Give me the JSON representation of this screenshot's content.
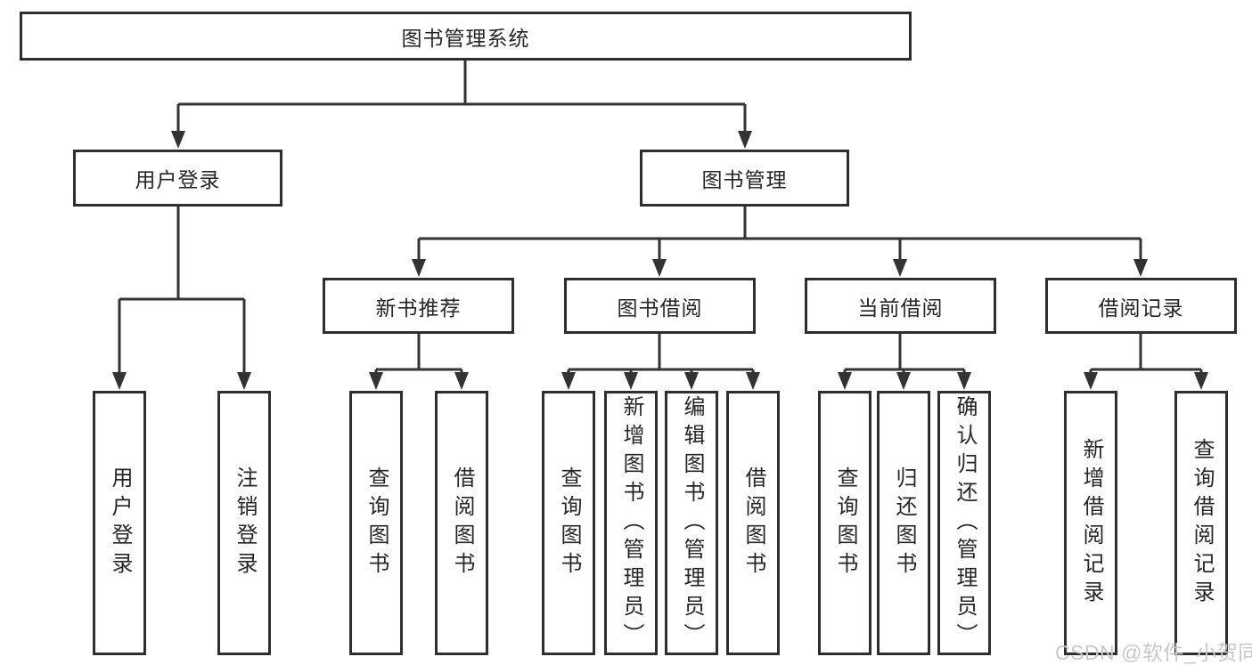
{
  "tree": {
    "label": "图书管理系统",
    "children": [
      {
        "label": "用户登录",
        "children": [
          {
            "label": "用户登录"
          },
          {
            "label": "注销登录"
          }
        ]
      },
      {
        "label": "图书管理",
        "children": [
          {
            "label": "新书推荐",
            "children": [
              {
                "label": "查询图书"
              },
              {
                "label": "借阅图书"
              }
            ]
          },
          {
            "label": "图书借阅",
            "children": [
              {
                "label": "查询图书"
              },
              {
                "label": "新增图书（管理员）"
              },
              {
                "label": "编辑图书（管理员）"
              },
              {
                "label": "借阅图书"
              }
            ]
          },
          {
            "label": "当前借阅",
            "children": [
              {
                "label": "查询图书"
              },
              {
                "label": "归还图书"
              },
              {
                "label": "确认归还（管理员）"
              }
            ]
          },
          {
            "label": "借阅记录",
            "children": [
              {
                "label": "新增借阅记录"
              },
              {
                "label": "查询借阅记录"
              }
            ]
          }
        ]
      }
    ]
  },
  "watermark": {
    "text": "CSDN @软件_小贺同学"
  },
  "colors": {
    "line": "#333333",
    "box_border": "#2e2e2e",
    "text": "#262626",
    "watermark": "#c8c8c8",
    "background": "#ffffff"
  }
}
